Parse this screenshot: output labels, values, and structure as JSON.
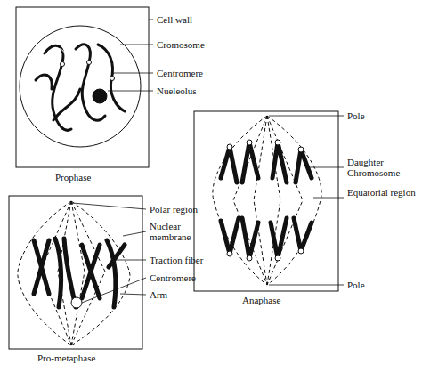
{
  "diagram": {
    "labels": [
      "Cell wall",
      "Cromosome",
      "Centromere",
      "Nueleolus",
      "Prophase",
      "Polar region",
      "Nuclear membrane",
      "Traction fiber",
      "Centromere",
      "Arm",
      "Pro-metaphase",
      "Pole",
      "Daughter Chromosome",
      "Equatorial region",
      "Pole",
      "Anaphase"
    ]
  }
}
